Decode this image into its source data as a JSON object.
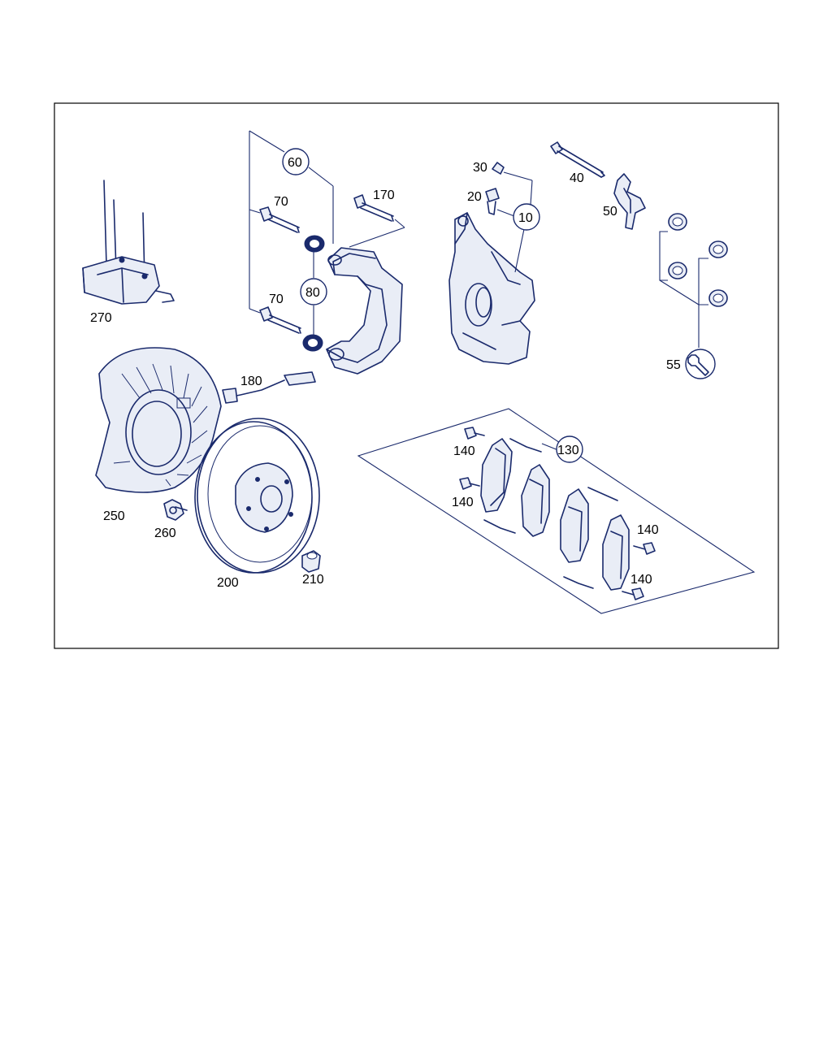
{
  "labels": {
    "p270": "270",
    "p60": "60",
    "p70a": "70",
    "p70b": "70",
    "p80": "80",
    "p170": "170",
    "p30": "30",
    "p20": "20",
    "p10": "10",
    "p40": "40",
    "p50": "50",
    "p55": "55",
    "p180": "180",
    "p250": "250",
    "p260": "260",
    "p200": "200",
    "p210": "210",
    "p130": "130",
    "p140a": "140",
    "p140b": "140",
    "p140c": "140",
    "p140d": "140"
  },
  "icons": {
    "p55": "wrench-icon"
  },
  "colors": {
    "line": "#1a2a6c",
    "frame": "#000000",
    "background": "#ffffff"
  }
}
